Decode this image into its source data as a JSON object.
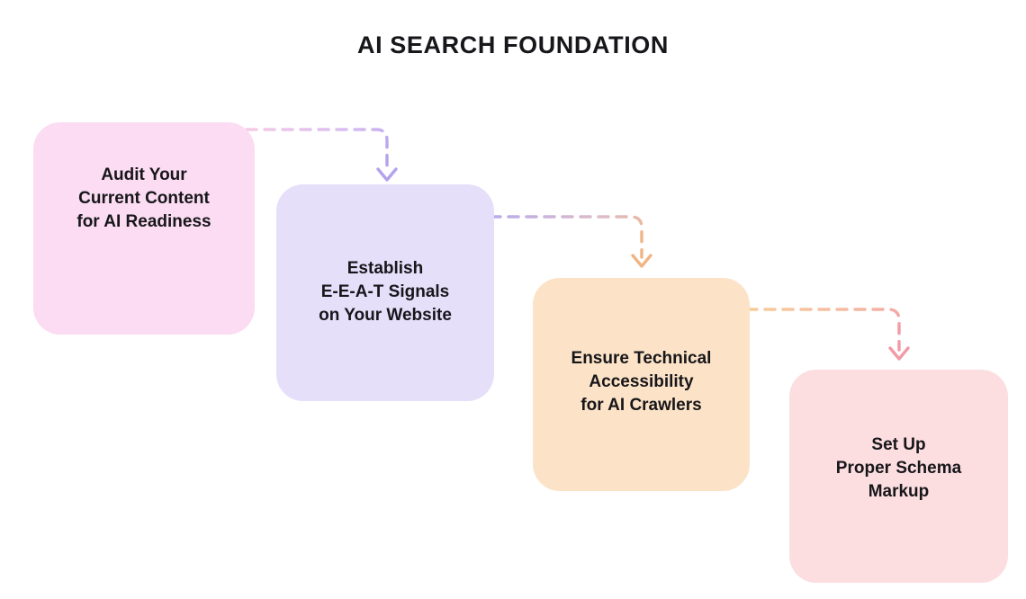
{
  "diagram": {
    "title": "AI SEARCH FOUNDATION",
    "background_color": "#ffffff",
    "title_color": "#17161a",
    "steps": [
      {
        "label": "Audit Your\nCurrent Content\nfor AI Readiness",
        "color": "#FBDCF2",
        "text_color": "#17161a",
        "order": "1"
      },
      {
        "label": "Establish\nE-E-A-T Signals\non Your Website",
        "color": "#E5DFFA",
        "text_color": "#17161a",
        "order": "2"
      },
      {
        "label": "Ensure Technical\nAccessibility\nfor AI Crawlers",
        "color": "#FCE3C8",
        "text_color": "#17161a",
        "order": "3"
      },
      {
        "label": "Set Up\nProper Schema\nMarkup",
        "color": "#FCDEE1",
        "text_color": "#17161a",
        "order": "4"
      }
    ],
    "connectors": [
      {
        "from_color": "#F5C8E4",
        "to_color": "#B9A9ED",
        "style": "dashed",
        "arrow": "down"
      },
      {
        "from_color": "#B9A9ED",
        "to_color": "#F0B584",
        "style": "dashed",
        "arrow": "down"
      },
      {
        "from_color": "#F8CC9A",
        "to_color": "#F29AA6",
        "style": "dashed",
        "arrow": "down"
      }
    ]
  }
}
